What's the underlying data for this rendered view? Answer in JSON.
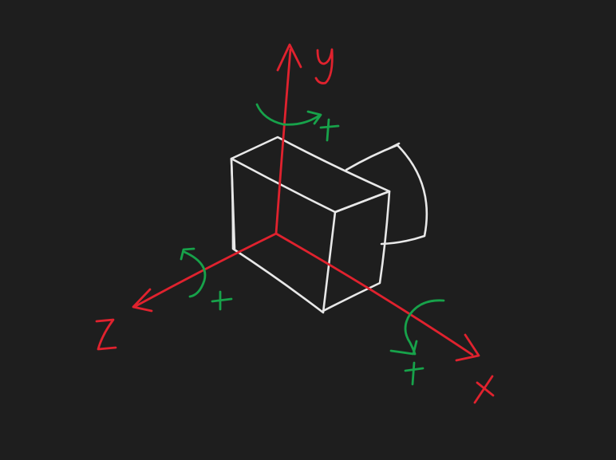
{
  "colors": {
    "background": "#1e1e1e",
    "axis": "#e0222e",
    "rotation": "#17a24a",
    "camera": "#e8e8e8"
  },
  "labels": {
    "x_axis": "X",
    "y_axis": "y",
    "z_axis": "Z",
    "positive_x_rotation": "+",
    "positive_y_rotation": "+",
    "positive_z_rotation": "+"
  }
}
